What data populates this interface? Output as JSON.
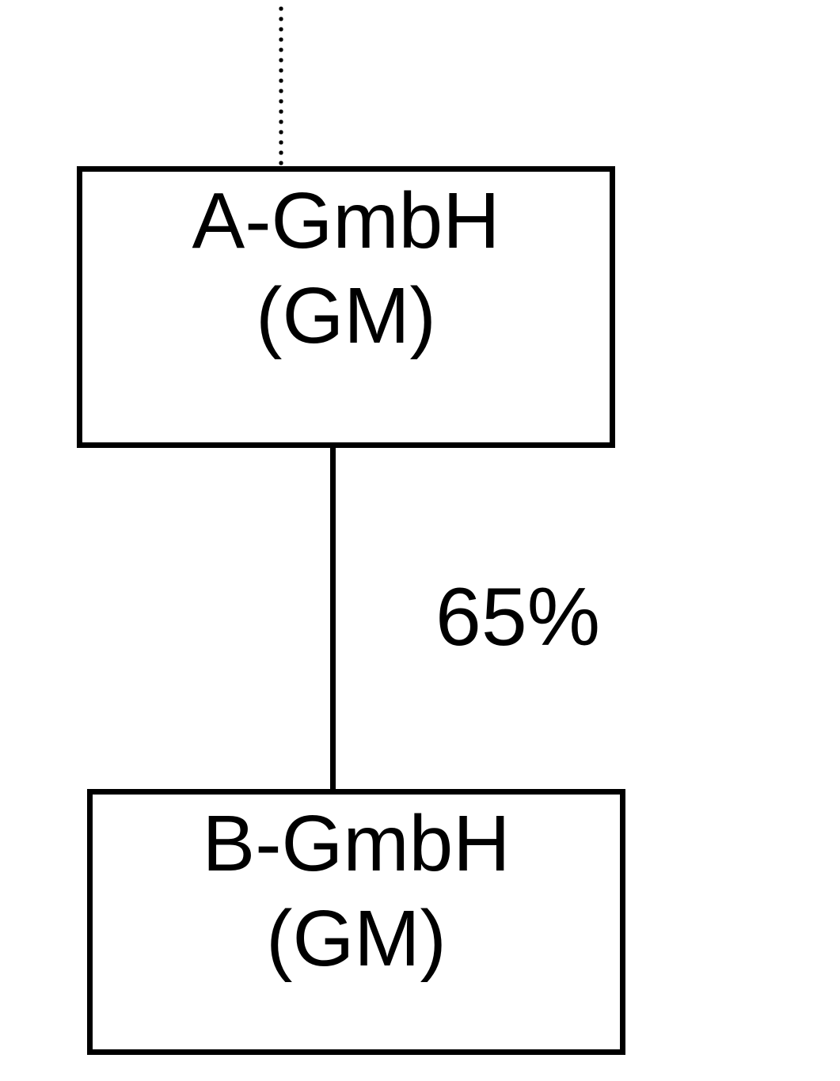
{
  "diagram": {
    "type": "org-structure",
    "colors": {
      "background": "#ffffff",
      "line": "#000000",
      "text": "#000000"
    },
    "nodes": [
      {
        "id": "a",
        "title": "A-GmbH",
        "subtitle": "(GM)"
      },
      {
        "id": "b",
        "title": "B-GmbH",
        "subtitle": "(GM)"
      }
    ],
    "edges": [
      {
        "from": "external-above",
        "to": "a",
        "style": "dotted",
        "label": ""
      },
      {
        "from": "a",
        "to": "b",
        "style": "solid",
        "label": "65%"
      }
    ]
  }
}
